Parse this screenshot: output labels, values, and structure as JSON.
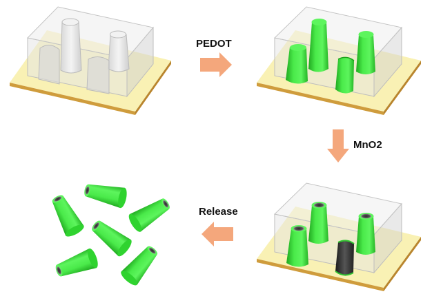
{
  "steps": {
    "pedot": "PEDOT",
    "mno2": "MnO2",
    "release": "Release"
  },
  "colors": {
    "substrate": "#f9f1b4",
    "substrate_edge": "#cf9c3c",
    "tube_green": "#43e643",
    "tube_green_dark": "#1ba21b",
    "tube_inner": "#4d4d4d",
    "arrow": "#f4a77c",
    "template_box": "#dcdcdc"
  }
}
